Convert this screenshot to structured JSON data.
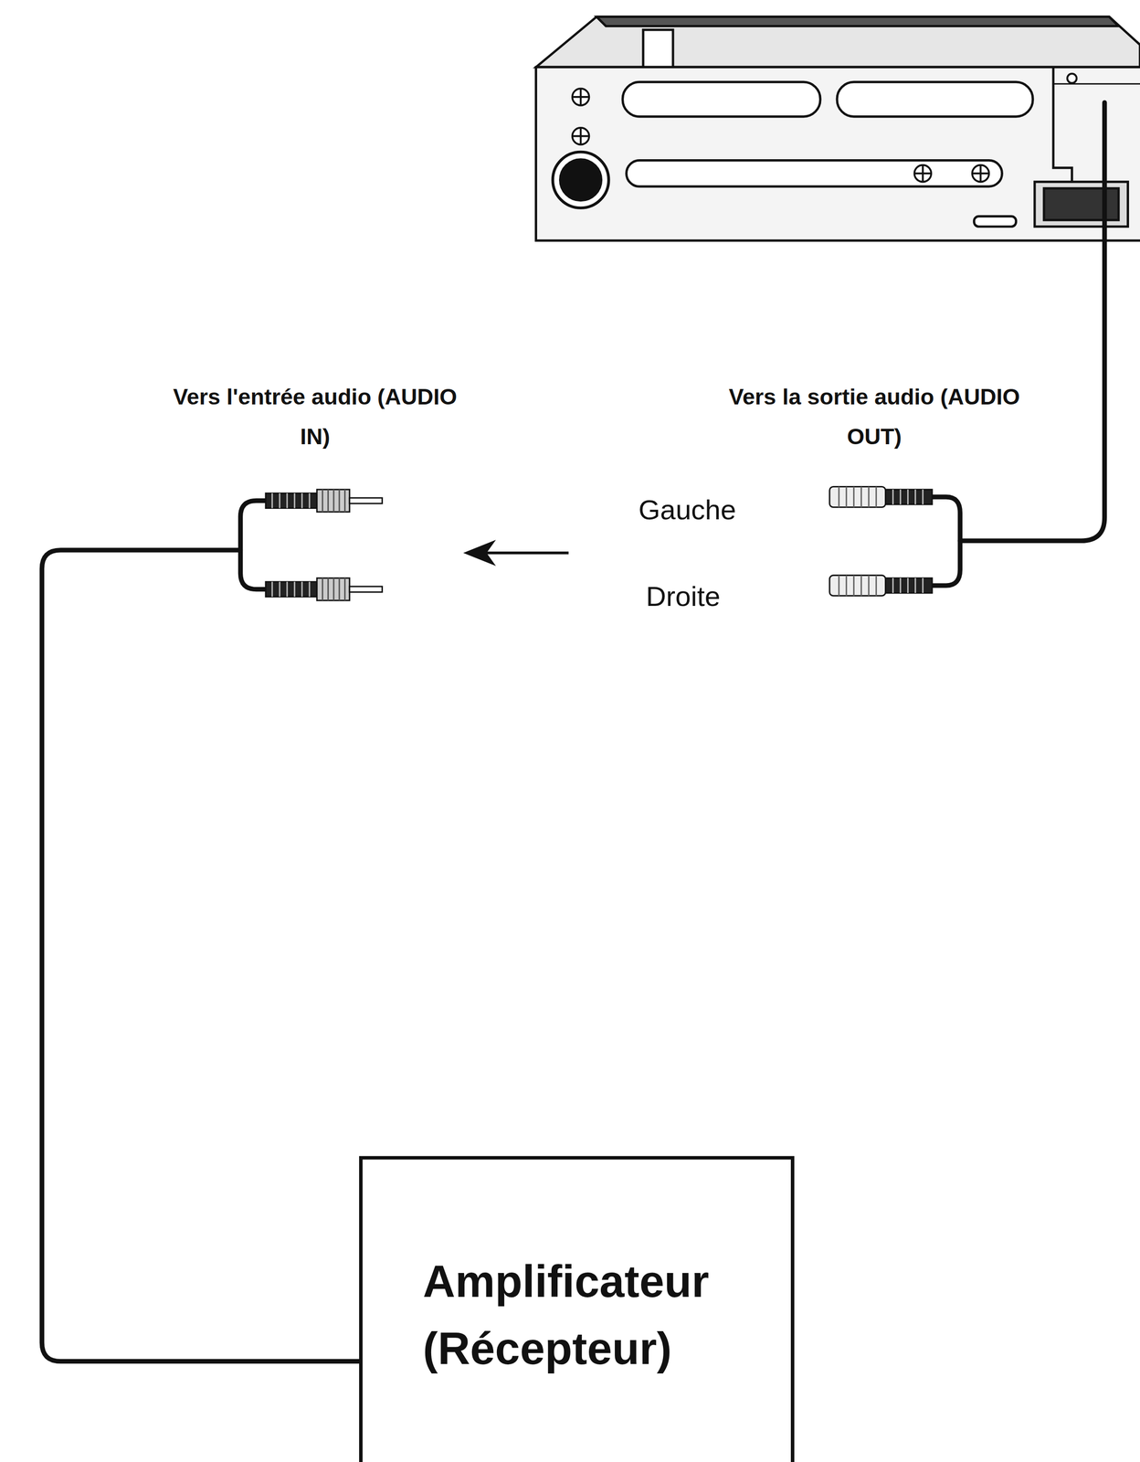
{
  "diagram": {
    "nodes": [
      {
        "text": [
          "Amplificateur (Récepteur)"
        ]
      }
    ],
    "labels": [
      "Vers l'entrée audio (AUDIO IN)",
      "Vers la sortie audio (AUDIO OUT)",
      "Gauche",
      "Droite"
    ]
  }
}
